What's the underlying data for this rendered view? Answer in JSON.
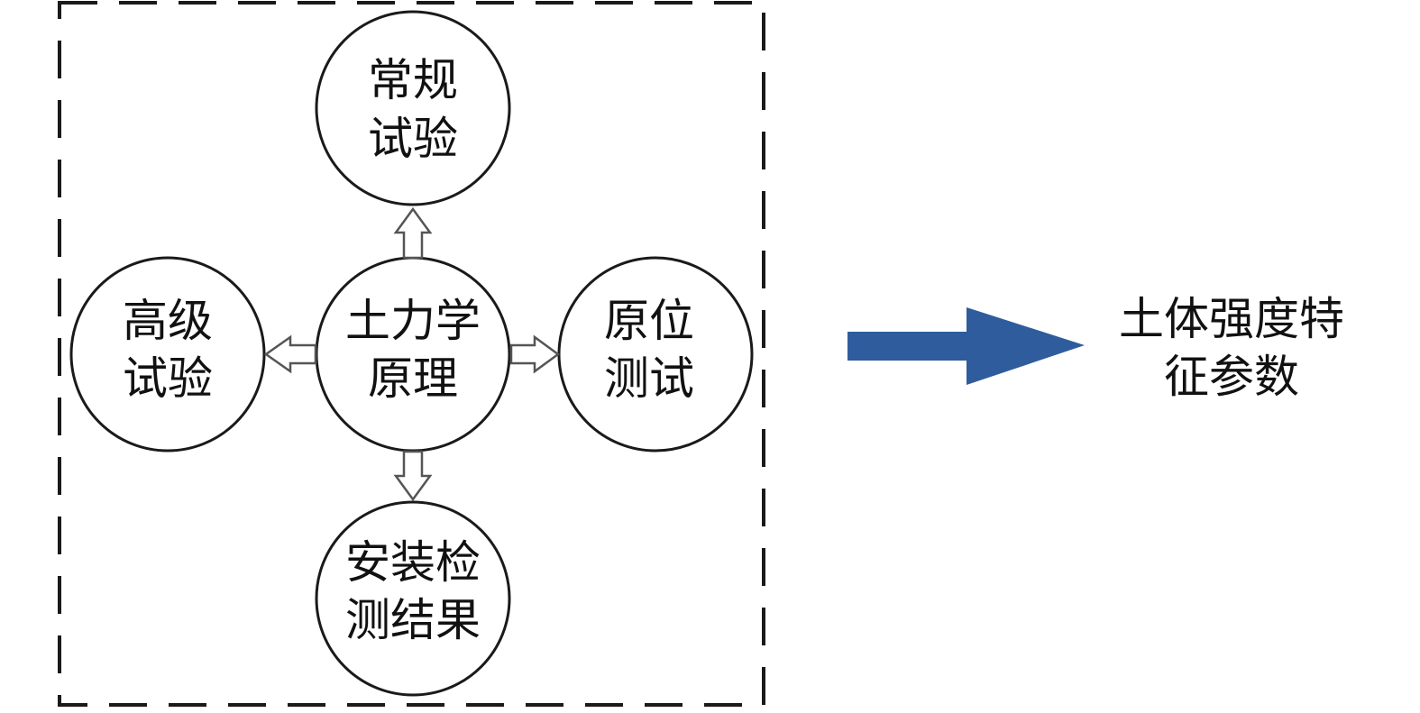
{
  "nodes": {
    "center": {
      "lines": [
        "土力学",
        "原理"
      ]
    },
    "top": {
      "lines": [
        "常规",
        "试验"
      ]
    },
    "left": {
      "lines": [
        "高级",
        "试验"
      ]
    },
    "right": {
      "lines": [
        "原位",
        "测试"
      ]
    },
    "bottom": {
      "lines": [
        "安装检",
        "测结果"
      ]
    }
  },
  "result": {
    "lines": [
      "土体强度特",
      "征参数"
    ]
  },
  "colors": {
    "arrow_fill": "#2f5c9c",
    "line": "#1a1a1a",
    "small_arrow_stroke": "#555555"
  }
}
